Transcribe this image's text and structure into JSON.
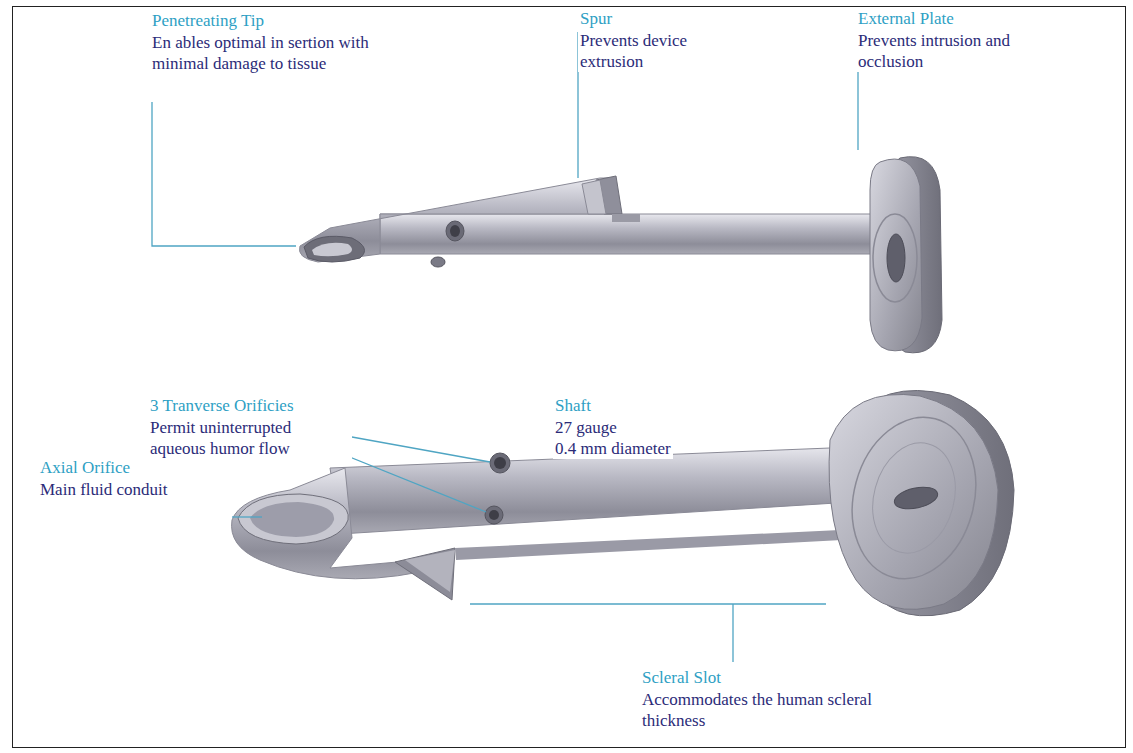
{
  "diagram": {
    "labels": [
      "Penetreating Tip",
      "En ables optimal in sertion with minimal damage to tissue",
      "Spur",
      "Prevents device extrusion",
      "External Plate",
      "Prevents intrusion and occlusion",
      "3 Tranverse Orificies",
      "Permit uninterrupted aqueous humor flow",
      "Shaft",
      "27 gauge",
      "0.4 mm diameter",
      "Axial Orifice",
      "Main fluid conduit",
      "Scleral Slot",
      "Accommodates the human scleral thickness"
    ]
  }
}
